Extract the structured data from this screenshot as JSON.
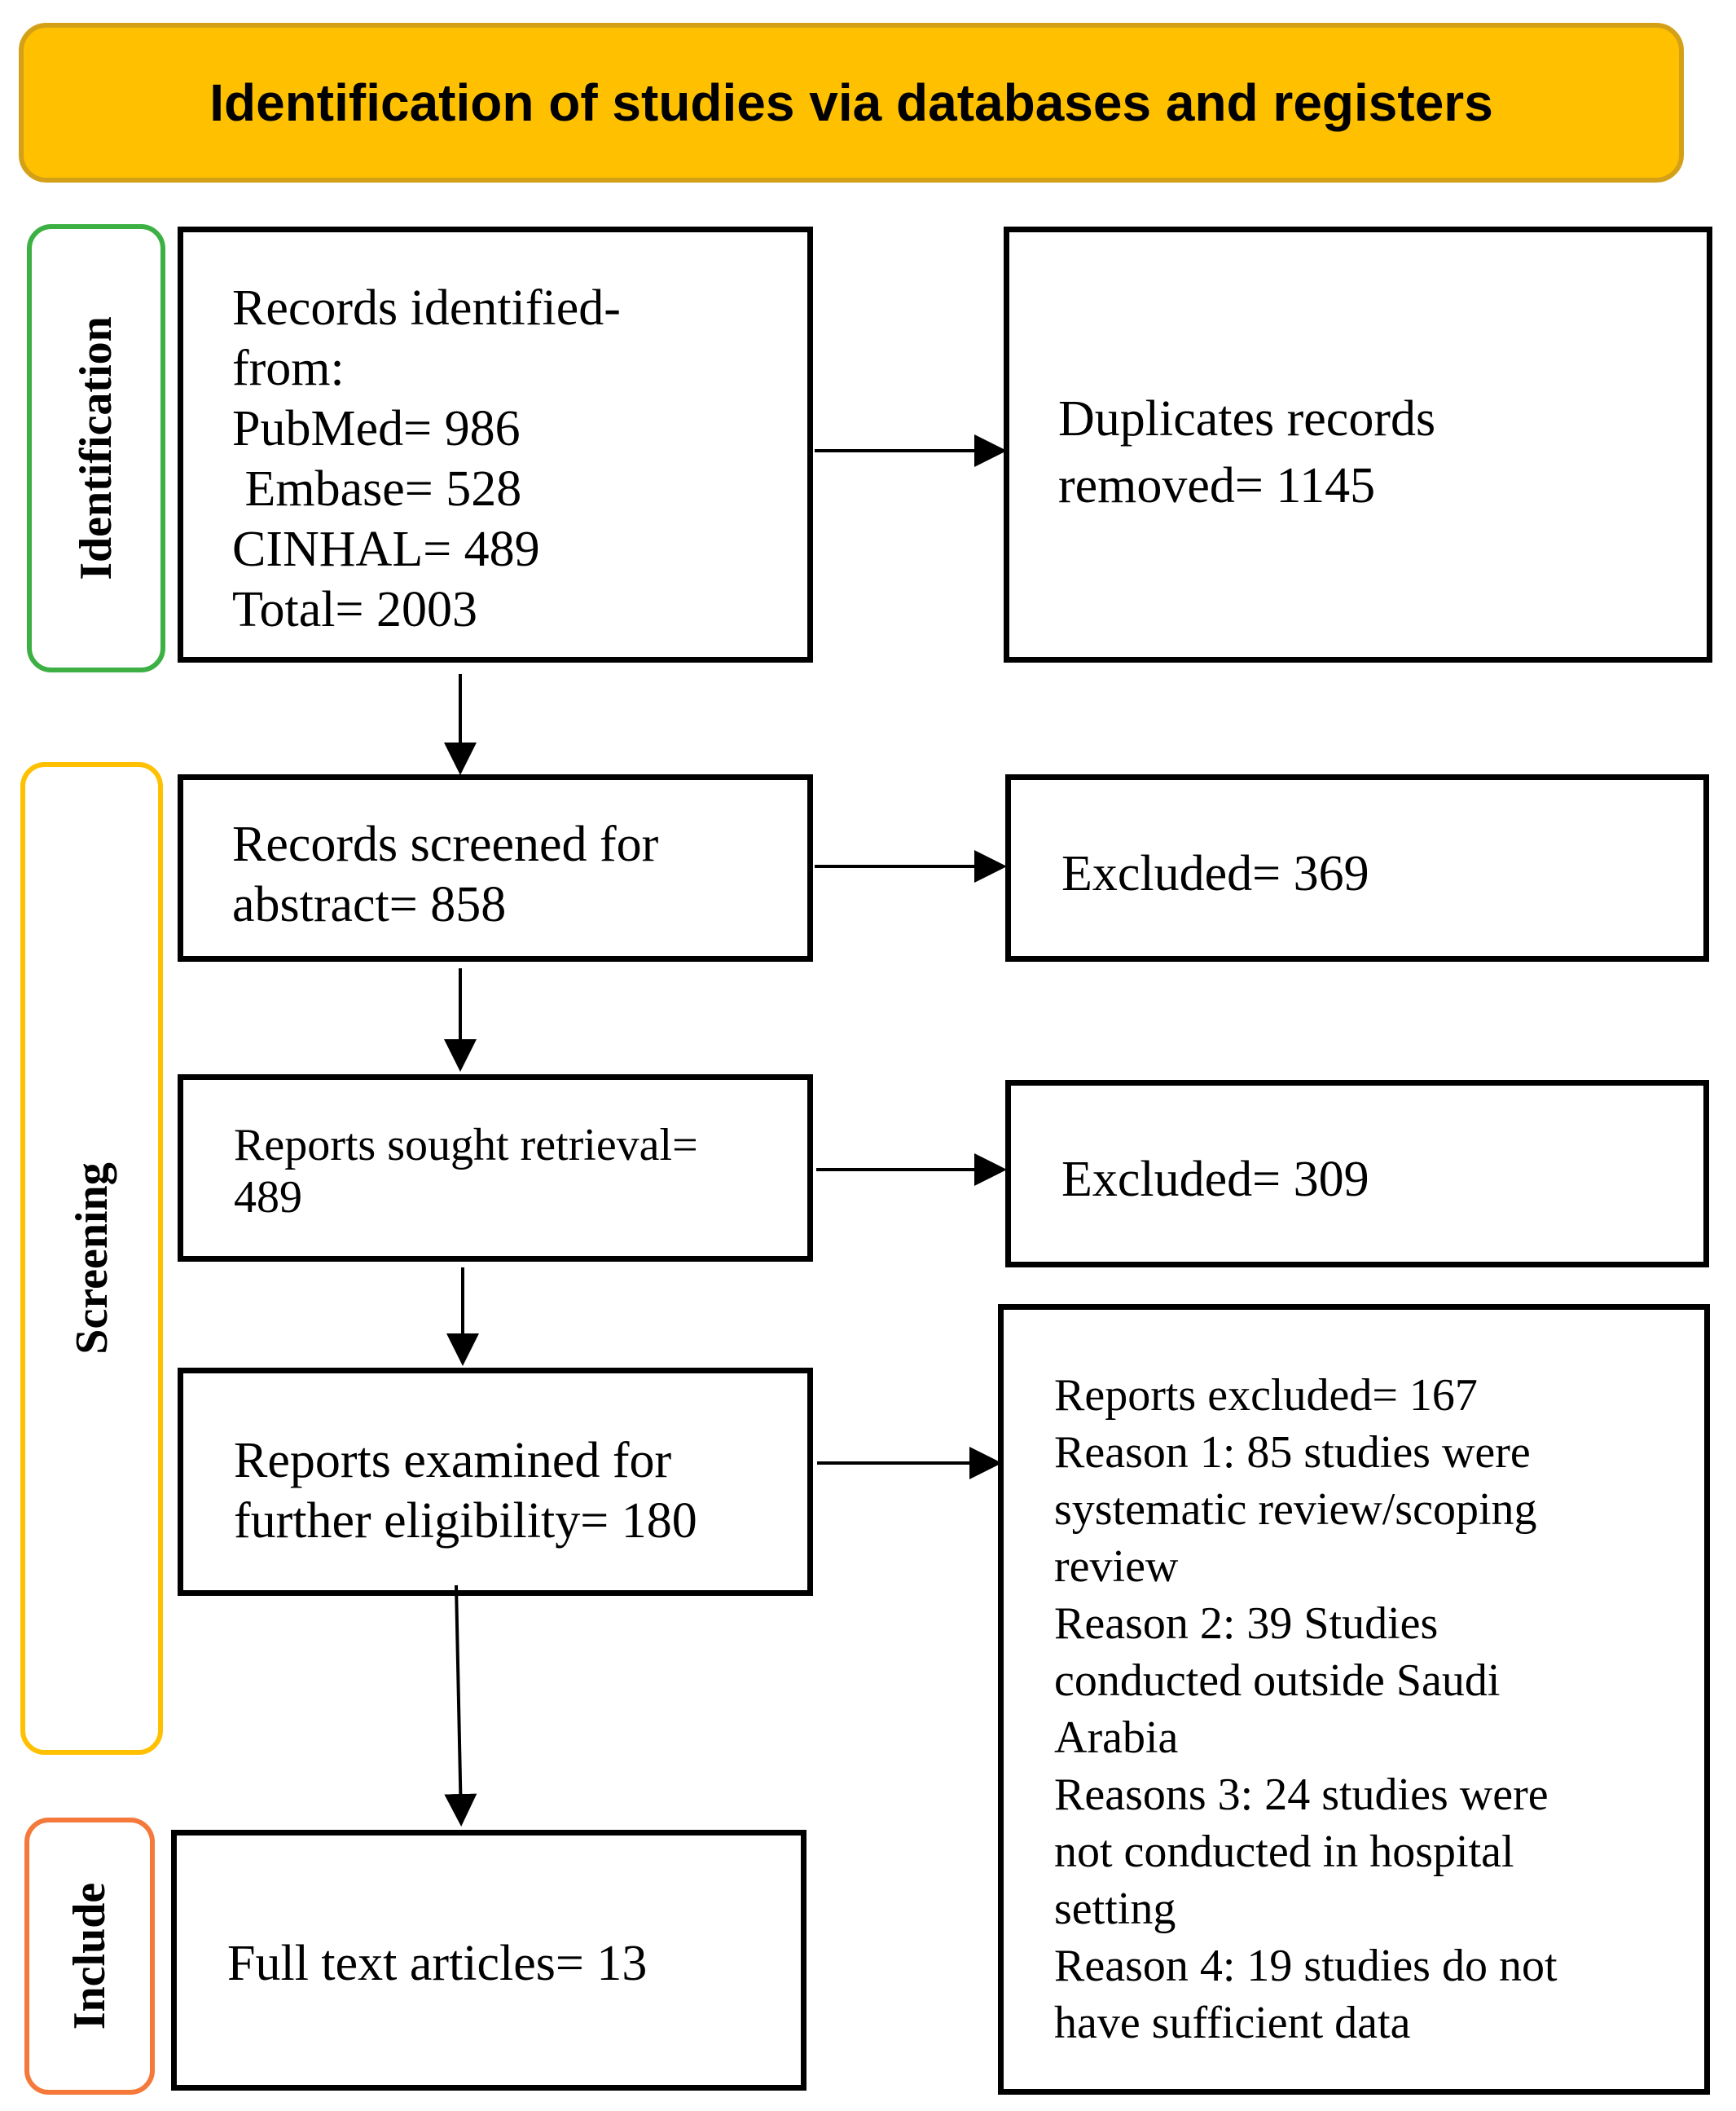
{
  "header": {
    "title": "Identification of studies via databases and registers"
  },
  "phases": {
    "identification": "Identification",
    "screening": "Screening",
    "include": "Include"
  },
  "boxes": {
    "records_identified": {
      "lines": [
        "Records identified-",
        "from:",
        "PubMed= 986",
        " Embase= 528",
        "CINHAL= 489",
        "Total= 2003"
      ]
    },
    "duplicates_removed": {
      "lines": [
        "Duplicates records",
        "removed= 1145"
      ]
    },
    "records_screened": {
      "lines": [
        "Records screened for",
        "abstract= 858"
      ]
    },
    "excluded_abstract": {
      "lines": [
        "Excluded= 369"
      ]
    },
    "reports_sought": {
      "lines": [
        "Reports sought retrieval=",
        "489"
      ]
    },
    "excluded_retrieval": {
      "lines": [
        "Excluded= 309"
      ]
    },
    "reports_examined": {
      "lines": [
        "Reports examined for",
        "further eligibility= 180"
      ]
    },
    "reports_excluded": {
      "lines": [
        "Reports excluded= 167",
        "Reason 1: 85 studies were",
        "systematic review/scoping",
        "review",
        "Reason 2: 39 Studies",
        "conducted outside Saudi",
        "Arabia",
        "Reasons 3: 24 studies were",
        "not conducted in hospital",
        "setting",
        "Reason 4: 19 studies do not",
        "have sufficient data"
      ]
    },
    "full_text": {
      "lines": [
        "Full text articles= 13"
      ]
    }
  },
  "colors": {
    "header_fill": "#ffc000",
    "identification_border": "#3cb043",
    "screening_border": "#ffc000",
    "include_border": "#f4793b"
  }
}
